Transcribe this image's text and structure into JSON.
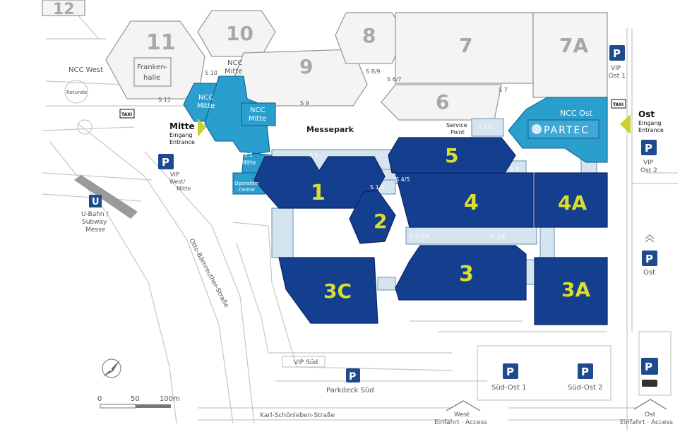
{
  "halls_grey": [
    "12",
    "11",
    "10",
    "9",
    "8",
    "7",
    "7A",
    "6",
    "Franken-",
    "halle"
  ],
  "halls_blue": [
    "1",
    "2",
    "3",
    "3A",
    "3C",
    "4",
    "4A",
    "5"
  ],
  "ncc": {
    "west": "NCC West",
    "mitte_top": [
      "NCC",
      "Mitte"
    ],
    "mitte_small": [
      "NCC",
      "Mitte"
    ],
    "mitte_box": [
      "NCC",
      "Mitte"
    ],
    "ost": "NCC Ost",
    "rotunde": "Rotunde"
  },
  "brand": "PARTEC",
  "walkways": {
    "s1": "S 1",
    "s1_mitte": [
      "S 1",
      "Mitte"
    ],
    "s10": "S 10",
    "s11": "S 11",
    "s9": "S 9",
    "s8_9": "S 8/9",
    "s6_7": "S 6/7",
    "s7": "S 7",
    "s5_6": "S 5/6",
    "s4": "S 4",
    "s4_5": "S 4/5",
    "s1_2": "S 1/2",
    "s2_3_4": "S 2/3/4",
    "s3_4": "S 3/4"
  },
  "labels": {
    "messepark": "Messepark",
    "service_point": [
      "Service",
      "Point"
    ],
    "operation_center": [
      "Operation",
      "Center"
    ]
  },
  "entrances": {
    "mitte": {
      "title": "Mitte",
      "line1": "Eingang",
      "line2": "Entrance"
    },
    "ost": {
      "title": "Ost",
      "line1": "Eingang",
      "line2": "Entrance"
    }
  },
  "parking": {
    "vip_ost1": [
      "VIP",
      "Ost 1"
    ],
    "vip_ost2": [
      "VIP",
      "Ost 2"
    ],
    "vip_west_mitte": [
      "VIP",
      "West/",
      "Mitte"
    ],
    "ost": "Ost",
    "parkdeck_sued": "Parkdeck Süd",
    "sued_ost1": "Süd-Ost 1",
    "sued_ost2": "Süd-Ost 2",
    "vip_sued": "VIP Süd",
    "p_letter": "P"
  },
  "taxi": "TAXI",
  "ubahn": {
    "letter": "U",
    "lines": [
      "U-Bahn /",
      "Subway",
      "Messe"
    ]
  },
  "streets": {
    "otto": "Otto-Bärnreuther-Straße",
    "karl": "Karl-Schönleben-Straße"
  },
  "access": {
    "west": [
      "West",
      "Einfahrt · Access"
    ],
    "ost": [
      "Ost",
      "Einfahrt · Access"
    ]
  },
  "scale": {
    "v0": "0",
    "v50": "50",
    "v100": "100m"
  },
  "compass": "N",
  "colors": {
    "dark_hall": "#143e8e",
    "mid_blue": "#2a9fce",
    "light_blue": "#d5e4ee",
    "hall_number": "#d9de2e",
    "entrance_arrow": "#c8d22a",
    "parking": "#1f4a8e"
  }
}
